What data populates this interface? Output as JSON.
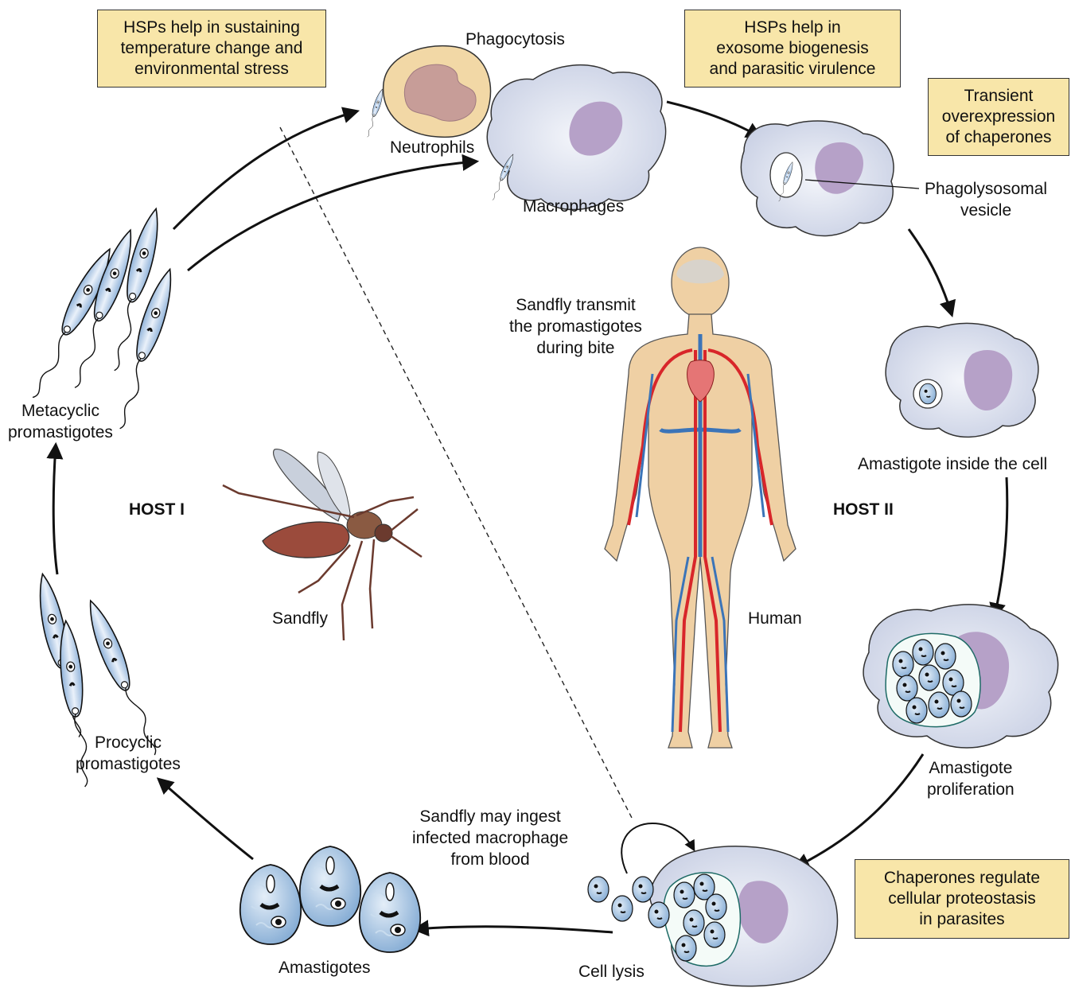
{
  "hosts": {
    "host1": "HOST I",
    "host2": "HOST II"
  },
  "info_boxes": {
    "temperature": [
      "HSPs help in sustaining",
      "temperature change and",
      "environmental stress"
    ],
    "exosome": [
      "HSPs help in",
      "exosome biogenesis",
      "and parasitic virulence"
    ],
    "transient": [
      "Transient",
      "overexpression",
      "of chaperones"
    ],
    "proteostasis": [
      "Chaperones regulate",
      "cellular proteostasis",
      "in parasites"
    ]
  },
  "labels": {
    "phagocytosis": "Phagocytosis",
    "neutrophils": "Neutrophils",
    "macrophages": "Macrophages",
    "phagolysosomal": [
      "Phagolysosomal",
      "vesicle"
    ],
    "amastigote_inside": "Amastigote inside the cell",
    "amastigote_proliferation": [
      "Amastigote",
      "proliferation"
    ],
    "cell_lysis": "Cell lysis",
    "sandfly_ingest": [
      "Sandfly may ingest",
      "infected macrophage",
      "from blood"
    ],
    "amastigotes": "Amastigotes",
    "procyclic": [
      "Procyclic",
      "promastigotes"
    ],
    "metacyclic": [
      "Metacyclic",
      "promastigotes"
    ],
    "sandfly": "Sandfly",
    "human": "Human",
    "sandfly_transmit": [
      "Sandfly transmit",
      "the promastigotes",
      "during bite"
    ]
  },
  "colors": {
    "box_fill": "#f8e6a9",
    "cell_fill": "#dde3f0",
    "nucleus": "#b8a3c8",
    "neutrophil": "#f0d39c",
    "parasite": "#9cbfdf",
    "artery": "#d8262a",
    "vein": "#3b74b8",
    "skin": "#efd0a4"
  }
}
